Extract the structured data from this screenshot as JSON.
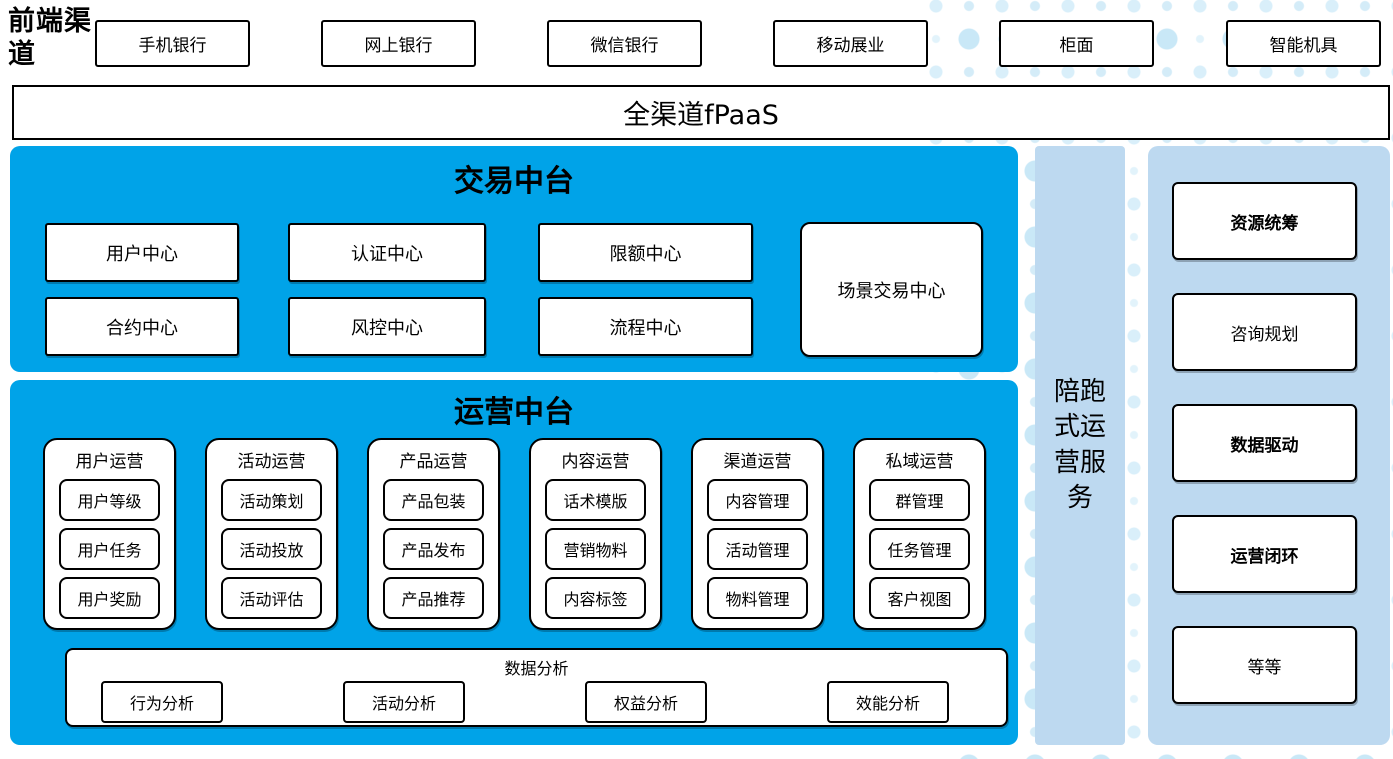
{
  "front_channels": {
    "label": "前端渠道",
    "items": [
      "手机银行",
      "网上银行",
      "微信银行",
      "移动展业",
      "柜面",
      "智能机具"
    ]
  },
  "fpaas_bar": {
    "label": "全渠道fPaaS"
  },
  "trade_platform": {
    "title": "交易中台",
    "centers": [
      "用户中心",
      "认证中心",
      "限额中心",
      "合约中心",
      "风控中心",
      "流程中心"
    ],
    "scene_center": "场景交易中心"
  },
  "operation_platform": {
    "title": "运营中台",
    "groups": [
      {
        "title": "用户运营",
        "items": [
          "用户等级",
          "用户任务",
          "用户奖励"
        ]
      },
      {
        "title": "活动运营",
        "items": [
          "活动策划",
          "活动投放",
          "活动评估"
        ]
      },
      {
        "title": "产品运营",
        "items": [
          "产品包装",
          "产品发布",
          "产品推荐"
        ]
      },
      {
        "title": "内容运营",
        "items": [
          "话术模版",
          "营销物料",
          "内容标签"
        ]
      },
      {
        "title": "渠道运营",
        "items": [
          "内容管理",
          "活动管理",
          "物料管理"
        ]
      },
      {
        "title": "私域运营",
        "items": [
          "群管理",
          "任务管理",
          "客户视图"
        ]
      }
    ],
    "analysis": {
      "title": "数据分析",
      "items": [
        "行为分析",
        "活动分析",
        "权益分析",
        "效能分析"
      ]
    }
  },
  "side_bar": {
    "label": "陪跑式运营服务"
  },
  "right_panel": {
    "items": [
      {
        "label": "资源统筹",
        "bold": true
      },
      {
        "label": "咨询规划",
        "bold": false
      },
      {
        "label": "数据驱动",
        "bold": true
      },
      {
        "label": "运营闭环",
        "bold": true
      },
      {
        "label": "等等",
        "bold": false
      }
    ]
  },
  "colors": {
    "panel_blue": "#00a3e8",
    "light_blue": "#bdd9f0",
    "dot_blue": "#c9e8f7",
    "border": "#000000"
  }
}
